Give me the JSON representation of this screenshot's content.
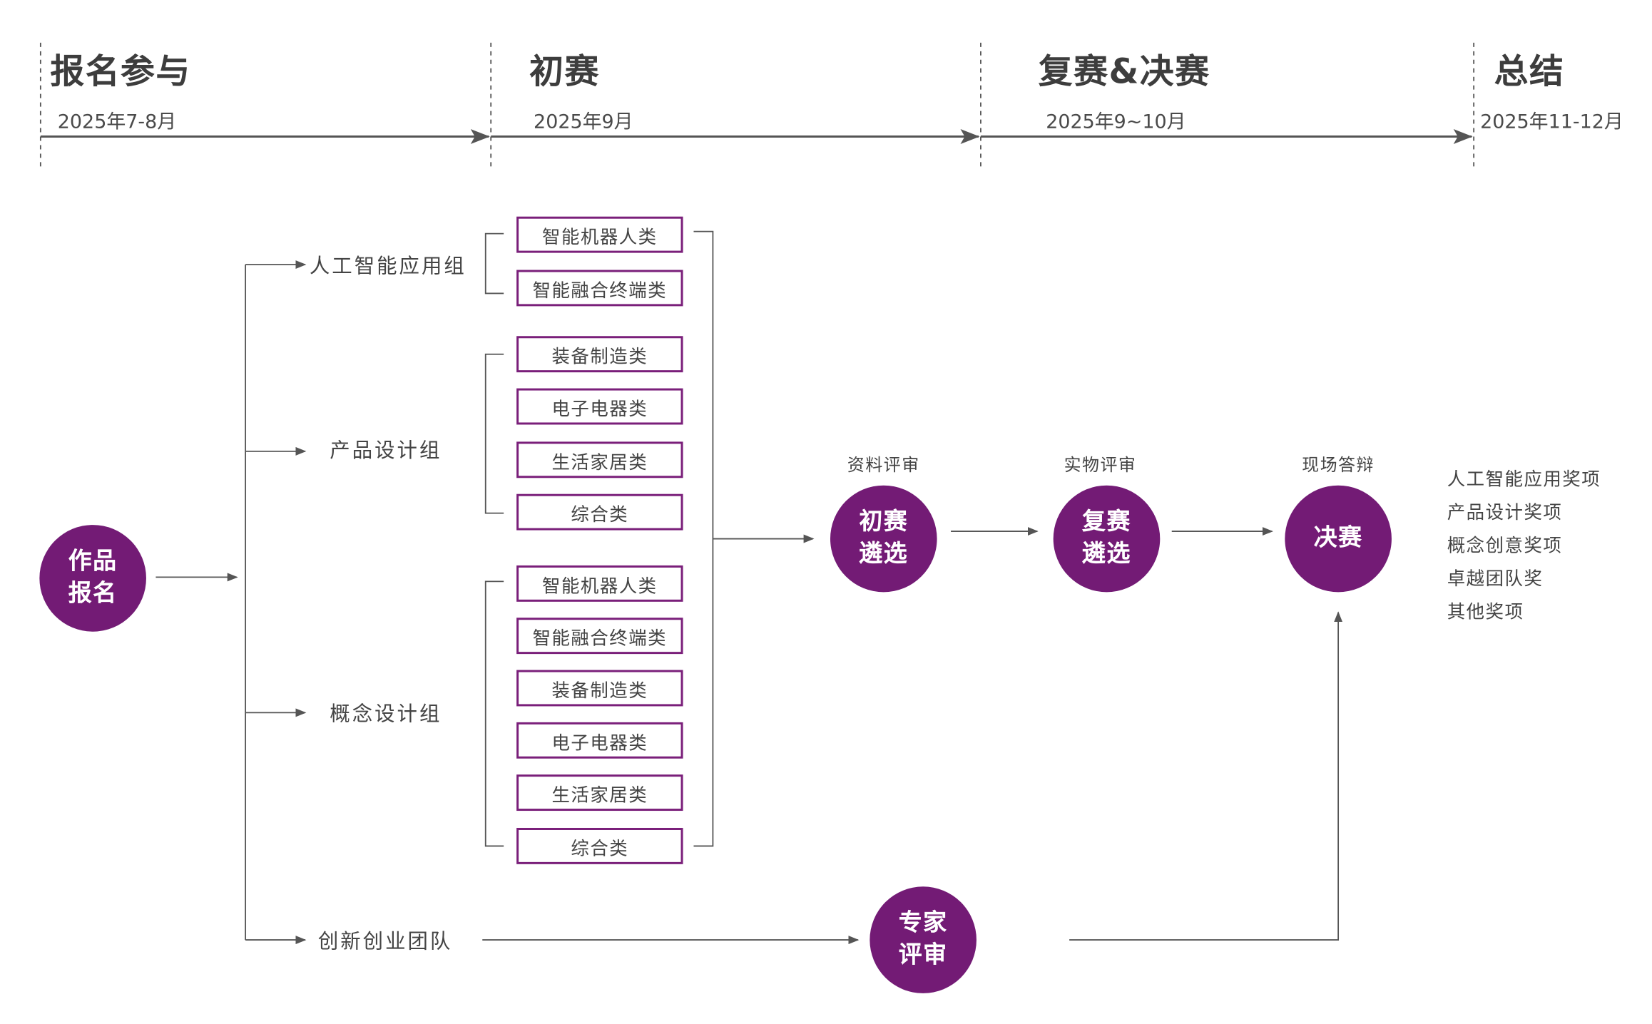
{
  "timeline": {
    "phases": [
      {
        "title": "报名参与",
        "date": "2025年7-8月"
      },
      {
        "title": "初赛",
        "date": "2025年9月"
      },
      {
        "title": "复赛&决赛",
        "date": "2025年9~10月"
      },
      {
        "title": "总结",
        "date": "2025年11-12月"
      }
    ]
  },
  "start": {
    "line1": "作品",
    "line2": "报名"
  },
  "groups": {
    "ai": {
      "label": "人工智能应用组",
      "categories": [
        "智能机器人类",
        "智能融合终端类"
      ]
    },
    "product": {
      "label": "产品设计组",
      "categories": [
        "装备制造类",
        "电子电器类",
        "生活家居类",
        "综合类"
      ]
    },
    "concept": {
      "label": "概念设计组",
      "categories": [
        "智能机器人类",
        "智能融合终端类",
        "装备制造类",
        "电子电器类",
        "生活家居类",
        "综合类"
      ]
    },
    "team": {
      "label": "创新创业团队"
    }
  },
  "stages": {
    "prelim": {
      "caption": "资料评审",
      "line1": "初赛",
      "line2": "遴选"
    },
    "semi": {
      "caption": "实物评审",
      "line1": "复赛",
      "line2": "遴选"
    },
    "final": {
      "caption": "现场答辩",
      "line1": "决赛"
    },
    "expert": {
      "line1": "专家",
      "line2": "评审"
    }
  },
  "awards": [
    "人工智能应用奖项",
    "产品设计奖项",
    "概念创意奖项",
    "卓越团队奖",
    "其他奖项"
  ],
  "colors": {
    "accent": "#731b75",
    "box_border": "#7a1f7a",
    "line": "#555555"
  }
}
